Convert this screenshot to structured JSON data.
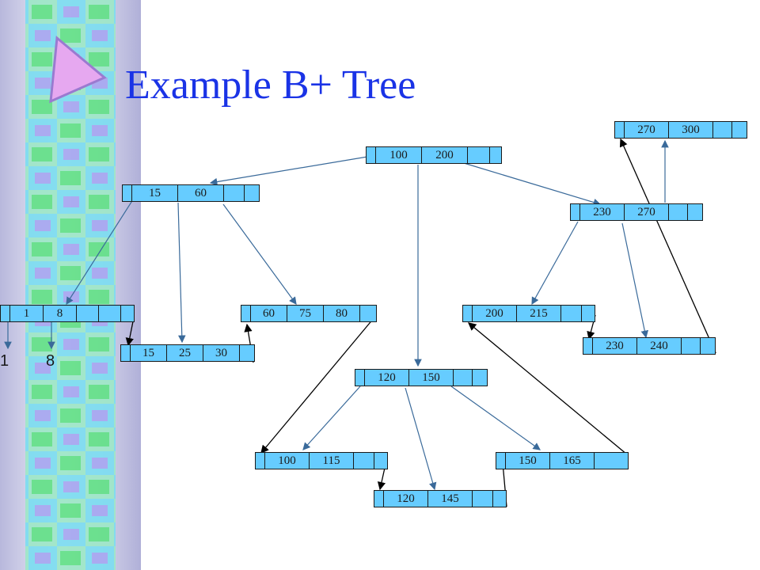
{
  "slide": {
    "title": "Example B+ Tree"
  },
  "nodes": {
    "root": {
      "keys": [
        "100",
        "200"
      ]
    },
    "n15_60": {
      "keys": [
        "15",
        "60"
      ]
    },
    "n230_270": {
      "keys": [
        "230",
        "270"
      ]
    },
    "n270_300": {
      "keys": [
        "270",
        "300"
      ]
    },
    "n1_8": {
      "keys": [
        "1",
        "8"
      ]
    },
    "n15_25_30": {
      "keys": [
        "15",
        "25",
        "30"
      ]
    },
    "n60_75_80": {
      "keys": [
        "60",
        "75",
        "80"
      ]
    },
    "n200_215": {
      "keys": [
        "200",
        "215"
      ]
    },
    "n230_240": {
      "keys": [
        "230",
        "240"
      ]
    },
    "n120_150": {
      "keys": [
        "120",
        "150"
      ]
    },
    "n100_115": {
      "keys": [
        "100",
        "115"
      ]
    },
    "n150_165": {
      "keys": [
        "150",
        "165"
      ]
    },
    "n120_145": {
      "keys": [
        "120",
        "145"
      ]
    }
  },
  "record_labels": [
    "1",
    "8"
  ],
  "colors": {
    "title": "#1a33e6",
    "node_fill": "#66ccff",
    "tree_arrow": "#3a6a9a",
    "leaf_arrow": "#000000"
  }
}
